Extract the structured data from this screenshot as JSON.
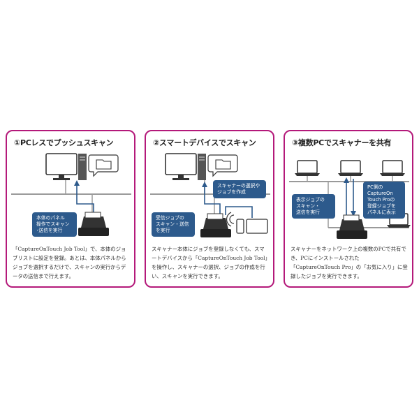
{
  "panels": [
    {
      "title": "①PCレスでプッシュスキャン",
      "callouts": [
        {
          "lines": [
            "本体のパネル",
            "操作でスキャン",
            "･送信を実行"
          ]
        }
      ],
      "description": "「CaptureOnTouch Job Tool」で、本体のジョブリストに設定を登録。あとは、本体パネルからジョブを選択するだけで、スキャンの実行からデータの送信まで行えます。"
    },
    {
      "title": "②スマートデバイスでスキャン",
      "callouts": [
        {
          "lines": [
            "スキャナーの選択や",
            "ジョブを作成"
          ]
        },
        {
          "lines": [
            "受信ジョブの",
            "スキャン・送信",
            "を実行"
          ]
        }
      ],
      "description": "スキャナー本体にジョブを登録しなくても、スマートデバイスから「CaptureOnTouch Job Tool」を操作し、スキャナーの選択、ジョブの作成を行い、スキャンを実行できます。"
    },
    {
      "title": "③複数PCでスキャナーを共有",
      "callouts": [
        {
          "lines": [
            "表示ジョブの",
            "スキャン・",
            "送信を実行"
          ]
        },
        {
          "lines": [
            "PC側の",
            "CaptureOn",
            "Touch Proの",
            "登録ジョブを",
            "パネルに表示"
          ]
        }
      ],
      "description": "スキャナーをネットワーク上の複数のPCで共有でき、PCにインストールされた「CaptureOnTouch Pro」の「お気に入り」に登録したジョブを実行できます。"
    }
  ],
  "colors": {
    "border": "#b4197a",
    "callout": "#2d5a8c",
    "network": "#9a9a9a",
    "device": "#444444"
  }
}
